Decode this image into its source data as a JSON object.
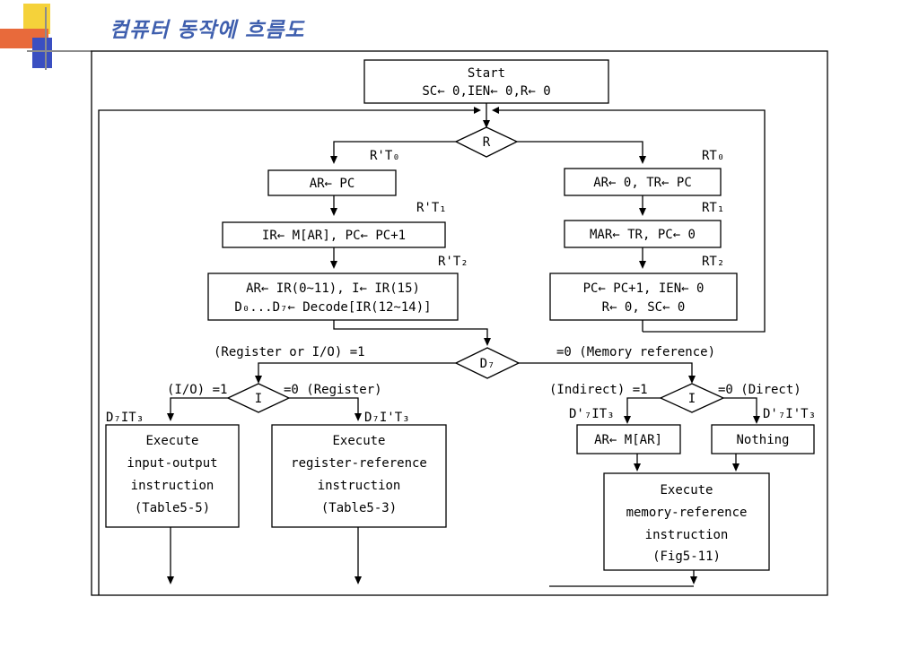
{
  "slide": {
    "title": "컴퓨터 동작에 흐름도"
  },
  "flowchart": {
    "start": {
      "line1": "Start",
      "line2": "SC← 0,IEN← 0,R← 0"
    },
    "decision_r": "R",
    "left": {
      "cond_t0": "R'T₀",
      "box1": "AR← PC",
      "cond_t1": "R'T₁",
      "box2": "IR← M[AR], PC← PC+1",
      "cond_t2": "R'T₂",
      "box3_line1": "AR← IR(0~11), I← IR(15)",
      "box3_line2": "D₀...D₇← Decode[IR(12~14)]"
    },
    "right": {
      "cond_t0": "RT₀",
      "box1": "AR← 0, TR← PC",
      "cond_t1": "RT₁",
      "box2": "MAR← TR, PC← 0",
      "cond_t2": "RT₂",
      "box3_line1": "PC← PC+1, IEN← 0",
      "box3_line2": "R← 0, SC← 0"
    },
    "decision_d7": "D₇",
    "d7_true": "(Register or I/O) =1",
    "d7_false": "=0 (Memory reference)",
    "io_branch": {
      "decision": "I",
      "true_label": "(I/O) =1",
      "false_label": "=0 (Register)",
      "io_cond": "D₇IT₃",
      "reg_cond": "D₇I'T₃",
      "io_box": [
        "Execute",
        "input-output",
        "instruction",
        "(Table5-5)"
      ],
      "reg_box": [
        "Execute",
        "register-reference",
        "instruction",
        "(Table5-3)"
      ]
    },
    "mem_branch": {
      "decision": "I",
      "true_label": "(Indirect) =1",
      "false_label": "=0 (Direct)",
      "ind_cond": "D'₇IT₃",
      "dir_cond": "D'₇I'T₃",
      "ind_box": "AR← M[AR]",
      "dir_box": "Nothing",
      "exec_box": [
        "Execute",
        "memory-reference",
        "instruction",
        "(Fig5-11)"
      ]
    }
  }
}
